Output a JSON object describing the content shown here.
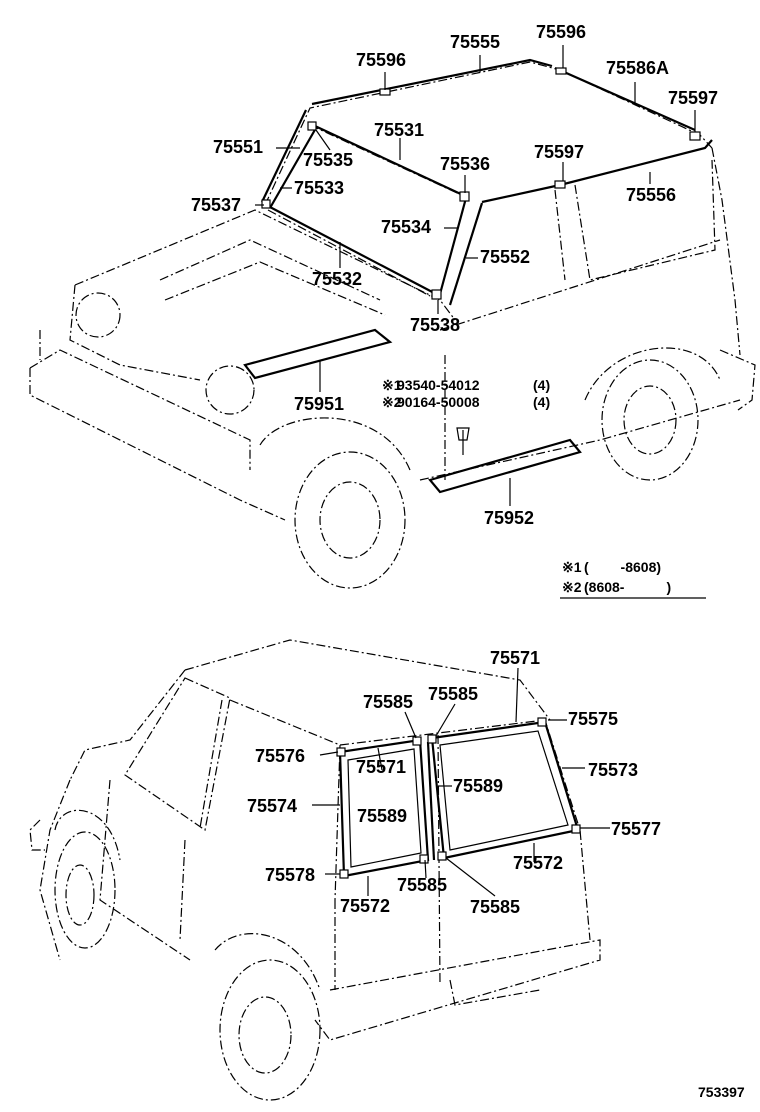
{
  "diagram_code": "753397",
  "front_view": {
    "labels": [
      "75596",
      "75555",
      "75596",
      "75586A",
      "75597",
      "75551",
      "75531",
      "75535",
      "75536",
      "75597",
      "75533",
      "75556",
      "75537",
      "75534",
      "75552",
      "75532",
      "75538",
      "75951",
      "75952"
    ],
    "fasteners": [
      {
        "mark": "※1",
        "part": "93540-54012",
        "qty": "(4)"
      },
      {
        "mark": "※2",
        "part": "90164-50008",
        "qty": "(4)"
      }
    ]
  },
  "legend": [
    {
      "mark": "※1",
      "range": "(　　 -8608)"
    },
    {
      "mark": "※2",
      "range": "(8608-　　　)"
    }
  ],
  "rear_view": {
    "labels": [
      "75571",
      "75585",
      "75585",
      "75575",
      "75576",
      "75571",
      "75573",
      "75589",
      "75574",
      "75589",
      "75577",
      "75572",
      "75578",
      "75585",
      "75572",
      "75585"
    ]
  }
}
